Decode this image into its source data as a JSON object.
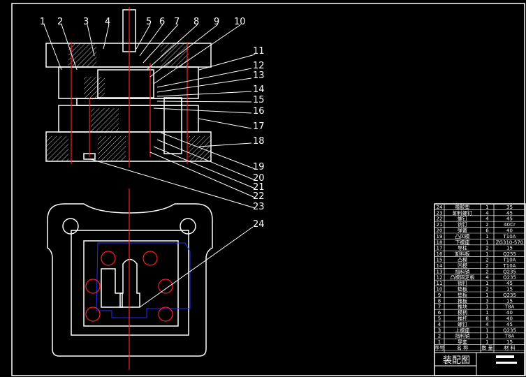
{
  "drawing_title": "装配图",
  "table_header": {
    "no": "序号",
    "name": "名 称",
    "qty": "数 量",
    "material": "材 料"
  },
  "parts": [
    {
      "no": "24",
      "name": "橡胶垫",
      "qty": "1",
      "material": "35"
    },
    {
      "no": "23",
      "name": "卸料螺钉",
      "qty": "4",
      "material": "45"
    },
    {
      "no": "22",
      "name": "螺钉",
      "qty": "4",
      "material": "45"
    },
    {
      "no": "21",
      "name": "销钉",
      "qty": "2",
      "material": "40Cr"
    },
    {
      "no": "20",
      "name": "弹簧",
      "qty": "6",
      "material": "40"
    },
    {
      "no": "19",
      "name": "凸凹模",
      "qty": "1",
      "material": "T10A"
    },
    {
      "no": "18",
      "name": "下模座",
      "qty": "1",
      "material": "ZG310-570"
    },
    {
      "no": "17",
      "name": "导柱",
      "qty": "2",
      "material": "15"
    },
    {
      "no": "16",
      "name": "卸料板",
      "qty": "1",
      "material": "Q255"
    },
    {
      "no": "15",
      "name": "凸模",
      "qty": "2",
      "material": "T10A"
    },
    {
      "no": "14",
      "name": "凹模",
      "qty": "2",
      "material": "T10A"
    },
    {
      "no": "13",
      "name": "挡料销",
      "qty": "2",
      "material": "Q235"
    },
    {
      "no": "12",
      "name": "凸模固定板",
      "qty": "4",
      "material": "Q235"
    },
    {
      "no": "11",
      "name": "销钉",
      "qty": "1",
      "material": "45"
    },
    {
      "no": "10",
      "name": "垫板",
      "qty": "2",
      "material": "15"
    },
    {
      "no": "9",
      "name": "垫板",
      "qty": "1",
      "material": "Q235"
    },
    {
      "no": "8",
      "name": "推板",
      "qty": "3",
      "material": "15"
    },
    {
      "no": "7",
      "name": "推块",
      "qty": "1",
      "material": "T8A"
    },
    {
      "no": "6",
      "name": "模柄",
      "qty": "1",
      "material": "40"
    },
    {
      "no": "5",
      "name": "推杆",
      "qty": "8",
      "material": "40"
    },
    {
      "no": "4",
      "name": "螺钉",
      "qty": "4",
      "material": "45"
    },
    {
      "no": "3",
      "name": "上模座",
      "qty": "1",
      "material": "Q235"
    },
    {
      "no": "2",
      "name": "挡料销",
      "qty": "1",
      "material": "T8A"
    },
    {
      "no": "1",
      "name": "导套",
      "qty": "1",
      "material": "15"
    }
  ],
  "balloons": [
    "1",
    "2",
    "3",
    "4",
    "5",
    "6",
    "7",
    "8",
    "9",
    "10",
    "11",
    "12",
    "13",
    "14",
    "15",
    "16",
    "17",
    "18",
    "19",
    "20",
    "21",
    "22",
    "23",
    "24"
  ]
}
